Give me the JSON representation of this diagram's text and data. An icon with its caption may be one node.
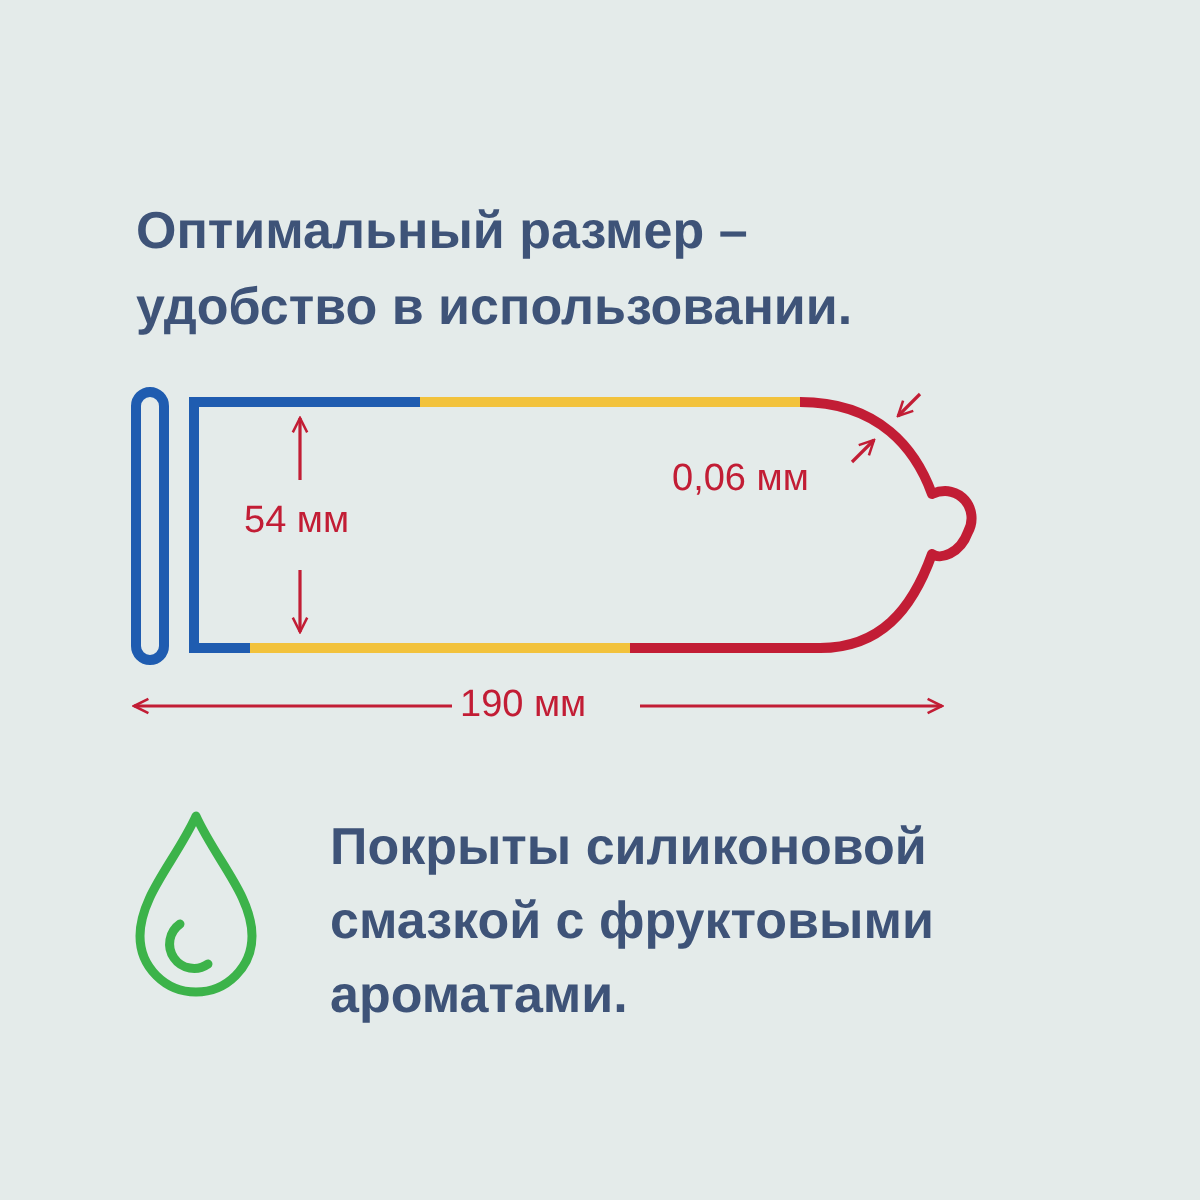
{
  "diagram": {
    "title": "Оптимальный размер – удобство в использовании.",
    "labels": [
      "54 мм",
      "0,06 мм",
      "190 мм",
      "Покрыты силиконовой смазкой с фруктовыми ароматами."
    ]
  }
}
